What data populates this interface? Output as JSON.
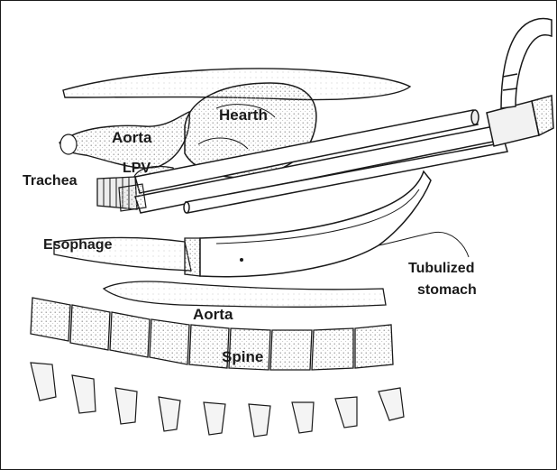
{
  "labels": {
    "hearth": "Hearth",
    "aorta_upper": "Aorta",
    "lpv": "LPV",
    "trachea": "Trachea",
    "esophage": "Esophage",
    "tubulized_line1": "Tubulized",
    "tubulized_line2": "stomach",
    "aorta_lower": "Aorta",
    "spine": "Spine"
  },
  "colors": {
    "ink": "#1a1a1a",
    "stipple": "#9a9a9a",
    "light_fill": "#ededed",
    "background": "#ffffff"
  }
}
